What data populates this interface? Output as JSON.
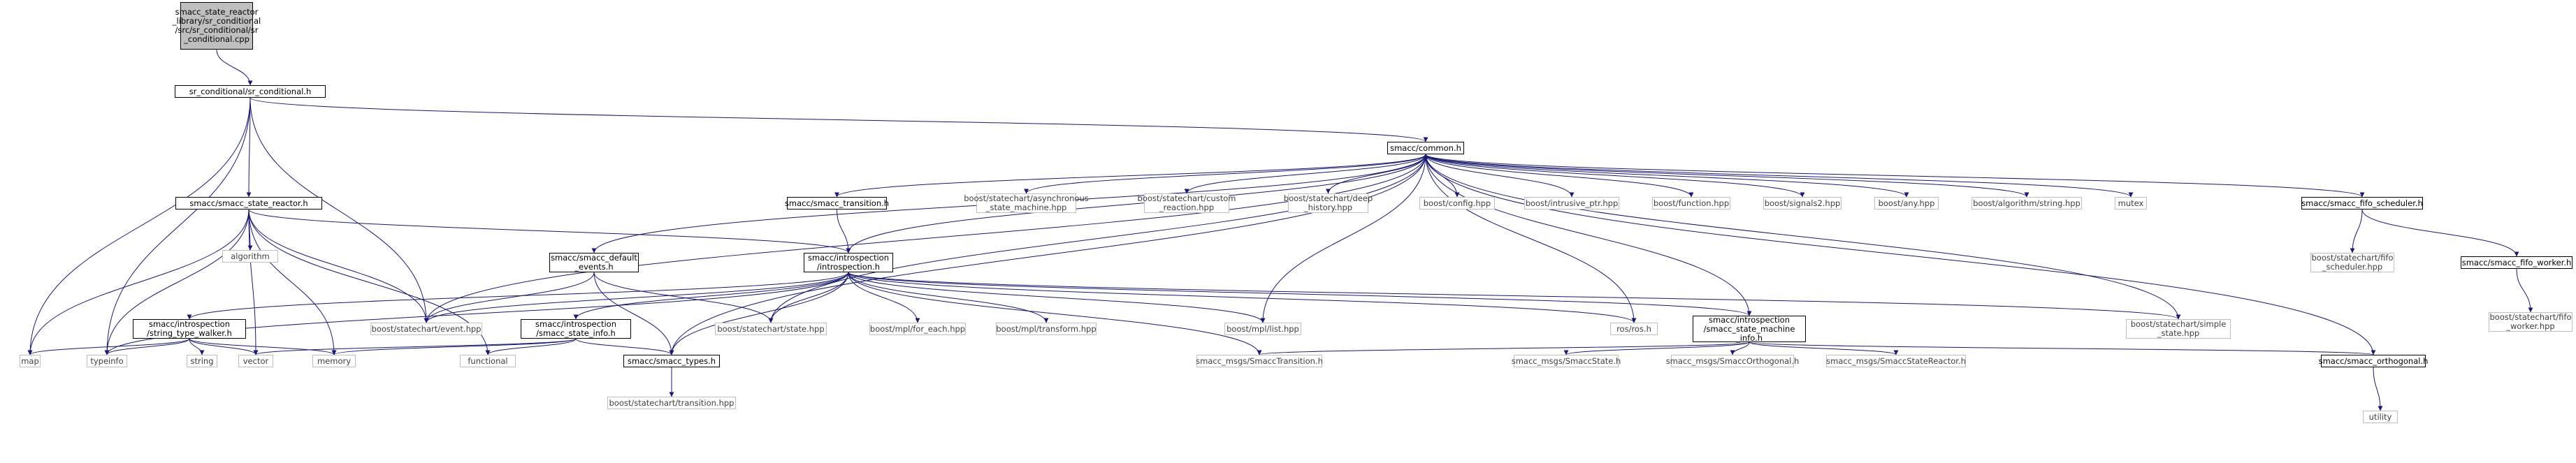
{
  "diagram": {
    "edge_color": "#191970",
    "node_border_documented": "#000000",
    "node_border_external": "#bfbfbf",
    "root_fill": "#bfbfbf",
    "nodes": [
      {
        "id": "root",
        "label": "smacc_state_reactor\n_library/sr_conditional\n/src/sr_conditional/sr\n_conditional.cpp",
        "kind": "root"
      },
      {
        "id": "sr_cond_h",
        "label": "sr_conditional/sr_conditional.h",
        "kind": "doc"
      },
      {
        "id": "common_h",
        "label": "smacc/common.h",
        "kind": "doc"
      },
      {
        "id": "state_reactor_h",
        "label": "smacc/smacc_state_reactor.h",
        "kind": "doc"
      },
      {
        "id": "transition_h",
        "label": "smacc/smacc_transition.h",
        "kind": "doc"
      },
      {
        "id": "async_sm",
        "label": "boost/statechart/asynchronous\n_state_machine.hpp",
        "kind": "ext"
      },
      {
        "id": "custom_reaction",
        "label": "boost/statechart/custom\n_reaction.hpp",
        "kind": "ext"
      },
      {
        "id": "deep_history",
        "label": "boost/statechart/deep\n_history.hpp",
        "kind": "ext"
      },
      {
        "id": "config_hpp",
        "label": "boost/config.hpp",
        "kind": "ext"
      },
      {
        "id": "intrusive_ptr",
        "label": "boost/intrusive_ptr.hpp",
        "kind": "ext"
      },
      {
        "id": "function_hpp",
        "label": "boost/function.hpp",
        "kind": "ext"
      },
      {
        "id": "signals2",
        "label": "boost/signals2.hpp",
        "kind": "ext"
      },
      {
        "id": "any_hpp",
        "label": "boost/any.hpp",
        "kind": "ext"
      },
      {
        "id": "algo_string",
        "label": "boost/algorithm/string.hpp",
        "kind": "ext"
      },
      {
        "id": "mutex",
        "label": "mutex",
        "kind": "ext"
      },
      {
        "id": "fifo_scheduler_h",
        "label": "smacc/smacc_fifo_scheduler.h",
        "kind": "doc"
      },
      {
        "id": "algorithm",
        "label": "algorithm",
        "kind": "ext"
      },
      {
        "id": "default_events_h",
        "label": "smacc/smacc_default\n_events.h",
        "kind": "doc"
      },
      {
        "id": "introspection_h",
        "label": "smacc/introspection\n/introspection.h",
        "kind": "doc"
      },
      {
        "id": "bs_fifo_scheduler",
        "label": "boost/statechart/fifo\n_scheduler.hpp",
        "kind": "ext"
      },
      {
        "id": "fifo_worker_h",
        "label": "smacc/smacc_fifo_worker.h",
        "kind": "doc"
      },
      {
        "id": "bs_fifo_worker",
        "label": "boost/statechart/fifo\n_worker.hpp",
        "kind": "ext"
      },
      {
        "id": "string_type_walker_h",
        "label": "smacc/introspection\n/string_type_walker.h",
        "kind": "doc"
      },
      {
        "id": "event_hpp",
        "label": "boost/statechart/event.hpp",
        "kind": "ext"
      },
      {
        "id": "state_info_h",
        "label": "smacc/introspection\n/smacc_state_info.h",
        "kind": "doc"
      },
      {
        "id": "state_hpp",
        "label": "boost/statechart/state.hpp",
        "kind": "ext"
      },
      {
        "id": "for_each",
        "label": "boost/mpl/for_each.hpp",
        "kind": "ext"
      },
      {
        "id": "transform",
        "label": "boost/mpl/transform.hpp",
        "kind": "ext"
      },
      {
        "id": "mpl_list",
        "label": "boost/mpl/list.hpp",
        "kind": "ext"
      },
      {
        "id": "ros_h",
        "label": "ros/ros.h",
        "kind": "ext"
      },
      {
        "id": "sm_info_h",
        "label": "smacc/introspection\n/smacc_state_machine\n_info.h",
        "kind": "doc"
      },
      {
        "id": "simple_state",
        "label": "boost/statechart/simple\n_state.hpp",
        "kind": "ext"
      },
      {
        "id": "map",
        "label": "map",
        "kind": "ext"
      },
      {
        "id": "typeinfo",
        "label": "typeinfo",
        "kind": "ext"
      },
      {
        "id": "string",
        "label": "string",
        "kind": "ext"
      },
      {
        "id": "vector",
        "label": "vector",
        "kind": "ext"
      },
      {
        "id": "memory",
        "label": "memory",
        "kind": "ext"
      },
      {
        "id": "functional",
        "label": "functional",
        "kind": "ext"
      },
      {
        "id": "smacc_types_h",
        "label": "smacc/smacc_types.h",
        "kind": "doc"
      },
      {
        "id": "smacc_transition_msg",
        "label": "smacc_msgs/SmaccTransition.h",
        "kind": "ext"
      },
      {
        "id": "smacc_state_msg",
        "label": "smacc_msgs/SmaccState.h",
        "kind": "ext"
      },
      {
        "id": "smacc_orth_msg",
        "label": "smacc_msgs/SmaccOrthogonal.h",
        "kind": "ext"
      },
      {
        "id": "smacc_sr_msg",
        "label": "smacc_msgs/SmaccStateReactor.h",
        "kind": "ext"
      },
      {
        "id": "orthogonal_h",
        "label": "smacc/smacc_orthogonal.h",
        "kind": "doc"
      },
      {
        "id": "bs_transition",
        "label": "boost/statechart/transition.hpp",
        "kind": "ext"
      },
      {
        "id": "utility",
        "label": "utility",
        "kind": "ext"
      }
    ],
    "edges": [
      [
        "root",
        "sr_cond_h"
      ],
      [
        "sr_cond_h",
        "common_h"
      ],
      [
        "sr_cond_h",
        "state_reactor_h"
      ],
      [
        "sr_cond_h",
        "event_hpp"
      ],
      [
        "sr_cond_h",
        "map"
      ],
      [
        "sr_cond_h",
        "typeinfo"
      ],
      [
        "common_h",
        "transition_h"
      ],
      [
        "common_h",
        "async_sm"
      ],
      [
        "common_h",
        "custom_reaction"
      ],
      [
        "common_h",
        "deep_history"
      ],
      [
        "common_h",
        "config_hpp"
      ],
      [
        "common_h",
        "intrusive_ptr"
      ],
      [
        "common_h",
        "function_hpp"
      ],
      [
        "common_h",
        "signals2"
      ],
      [
        "common_h",
        "any_hpp"
      ],
      [
        "common_h",
        "algo_string"
      ],
      [
        "common_h",
        "mutex"
      ],
      [
        "common_h",
        "fifo_scheduler_h"
      ],
      [
        "common_h",
        "default_events_h"
      ],
      [
        "common_h",
        "introspection_h"
      ],
      [
        "common_h",
        "event_hpp"
      ],
      [
        "common_h",
        "state_hpp"
      ],
      [
        "common_h",
        "mpl_list"
      ],
      [
        "common_h",
        "ros_h"
      ],
      [
        "common_h",
        "simple_state"
      ],
      [
        "common_h",
        "smacc_types_h"
      ],
      [
        "state_reactor_h",
        "algorithm"
      ],
      [
        "state_reactor_h",
        "introspection_h"
      ],
      [
        "state_reactor_h",
        "event_hpp"
      ],
      [
        "state_reactor_h",
        "map"
      ],
      [
        "state_reactor_h",
        "vector"
      ],
      [
        "state_reactor_h",
        "memory"
      ],
      [
        "state_reactor_h",
        "functional"
      ],
      [
        "state_reactor_h",
        "typeinfo"
      ],
      [
        "transition_h",
        "introspection_h"
      ],
      [
        "default_events_h",
        "event_hpp"
      ],
      [
        "default_events_h",
        "state_hpp"
      ],
      [
        "default_events_h",
        "smacc_types_h"
      ],
      [
        "introspection_h",
        "string_type_walker_h"
      ],
      [
        "introspection_h",
        "event_hpp"
      ],
      [
        "introspection_h",
        "state_info_h"
      ],
      [
        "introspection_h",
        "state_hpp"
      ],
      [
        "introspection_h",
        "for_each"
      ],
      [
        "introspection_h",
        "transform"
      ],
      [
        "introspection_h",
        "mpl_list"
      ],
      [
        "introspection_h",
        "ros_h"
      ],
      [
        "introspection_h",
        "sm_info_h"
      ],
      [
        "introspection_h",
        "simple_state"
      ],
      [
        "introspection_h",
        "typeinfo"
      ],
      [
        "introspection_h",
        "smacc_transition_msg"
      ],
      [
        "introspection_h",
        "smacc_types_h"
      ],
      [
        "fifo_scheduler_h",
        "bs_fifo_scheduler"
      ],
      [
        "fifo_scheduler_h",
        "fifo_worker_h"
      ],
      [
        "fifo_worker_h",
        "bs_fifo_worker"
      ],
      [
        "string_type_walker_h",
        "map"
      ],
      [
        "string_type_walker_h",
        "typeinfo"
      ],
      [
        "string_type_walker_h",
        "string"
      ],
      [
        "string_type_walker_h",
        "vector"
      ],
      [
        "string_type_walker_h",
        "memory"
      ],
      [
        "state_info_h",
        "vector"
      ],
      [
        "state_info_h",
        "memory"
      ],
      [
        "state_info_h",
        "functional"
      ],
      [
        "state_info_h",
        "smacc_types_h"
      ],
      [
        "sm_info_h",
        "common_h"
      ],
      [
        "sm_info_h",
        "smacc_transition_msg"
      ],
      [
        "sm_info_h",
        "smacc_state_msg"
      ],
      [
        "sm_info_h",
        "smacc_orth_msg"
      ],
      [
        "sm_info_h",
        "smacc_sr_msg"
      ],
      [
        "sm_info_h",
        "orthogonal_h"
      ],
      [
        "orthogonal_h",
        "common_h"
      ],
      [
        "orthogonal_h",
        "utility"
      ],
      [
        "smacc_types_h",
        "bs_transition"
      ]
    ]
  }
}
